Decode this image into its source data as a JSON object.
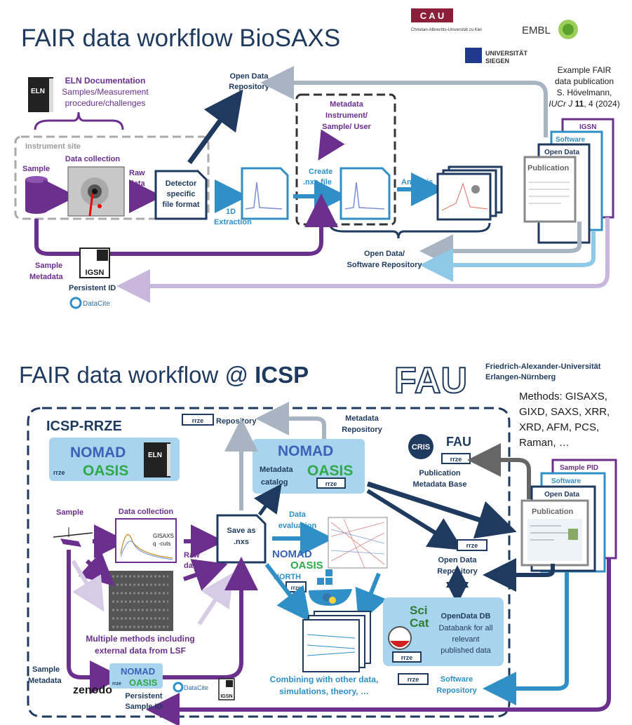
{
  "top": {
    "title": "FAIR data workflow BioSAXS",
    "logos": {
      "cau_letters": "C A U",
      "cau_subtitle": "Christian-Albrechts-Universität zu Kiel",
      "embl": "EMBL",
      "siegen_1": "UNIVERSITÄT",
      "siegen_2": "SIEGEN"
    },
    "eln_label": "ELN",
    "eln_doc_title": "ELN Documentation",
    "eln_doc_lines": [
      "Samples/Measurement",
      "procedure/challenges"
    ],
    "instrument_site": "Instrument site",
    "sample": "Sample",
    "data_collection": "Data collection",
    "raw_data": [
      "Raw",
      "data"
    ],
    "detector": [
      "Detector",
      "specific",
      "file format"
    ],
    "extraction": [
      "1D",
      "Extraction"
    ],
    "open_data_repo": [
      "Open Data",
      "Repository"
    ],
    "metadata": [
      "Metadata",
      "Instrument/",
      "Sample/ User"
    ],
    "create_nxs": [
      "Create",
      ".nxs file"
    ],
    "analysis": "Analysis",
    "example": [
      "Example FAIR",
      "data publication",
      "S. Hövelmann,"
    ],
    "citation": {
      "journal": "IUCr J",
      "volume": "11",
      "rest": ", 4 (2024)"
    },
    "pub_stack": [
      "IGSN",
      "Software",
      "Open Data",
      "Publication"
    ],
    "open_data_software": [
      "Open Data/",
      "Software Repository"
    ],
    "sample_metadata": [
      "Sample",
      "Metadata"
    ],
    "igsn": "IGSN",
    "persistent_id": "Persistent ID",
    "datacite": "DataCite"
  },
  "bottom": {
    "title_main": "FAIR data workflow @ ",
    "title_bold": "ICSP",
    "fau": "FAU",
    "fau_name": [
      "Friedrich-Alexander-Universität",
      "Erlangen-Nürnberg"
    ],
    "methods": [
      "Methods: GISAXS,",
      "GIXD, SAXS, XRR,",
      "XRD, AFM, PCS,",
      "Raman, …"
    ],
    "icsp_rrze": "ICSP-RRZE",
    "nomad": "NOMAD",
    "oasis": "OASIS",
    "eln_label": "ELN",
    "rrze": "rrze",
    "repository": "Repository",
    "metadata_repository": [
      "Metadata",
      "Repository"
    ],
    "metadata_catalog": [
      "Metadata",
      "catalog"
    ],
    "cris_fau": [
      "CRIS",
      "FAU"
    ],
    "pub_metadata_base": [
      "Publication",
      "Metadata Base"
    ],
    "pub_stack": [
      "Sample PID",
      "Software",
      "Open Data",
      "Publication"
    ],
    "sample": "Sample",
    "data_collection": "Data collection",
    "gisaxs": [
      "GISAXS",
      "q",
      "-cuts"
    ],
    "raw_data": [
      "Raw",
      "data"
    ],
    "save_as": [
      "Save as",
      ".nxs"
    ],
    "data_evaluation": [
      "Data",
      "evaluation"
    ],
    "north": "NORTH",
    "open_data_repo": [
      "Open Data",
      "Repository"
    ],
    "multiple_methods": [
      "Multiple methods including",
      "external data from LSF"
    ],
    "combining": [
      "Combining with other data,",
      "simulations, theory, …"
    ],
    "opendata_db": [
      "OpenData DB",
      "Databank for all",
      "relevant",
      "published data"
    ],
    "scicat": [
      "Sci",
      "Cat"
    ],
    "software_repo": [
      "Software",
      "Repository"
    ],
    "sample_metadata": [
      "Sample",
      "Metadata"
    ],
    "zenodo": "zenodo",
    "persistent_sample_id": [
      "Persistent",
      "Sample ID"
    ],
    "datacite": "DataCite",
    "igsn": "IGSN"
  },
  "colors": {
    "purple": "#6b2f8e",
    "navy": "#1f3a5f",
    "blue": "#2f8fc6",
    "light_blue": "#8fc9e8",
    "lavender": "#c9b6dc",
    "grey": "#a9b4c2",
    "nomad_blue": "#3a63b8",
    "oasis_green": "#2eaa4a"
  }
}
